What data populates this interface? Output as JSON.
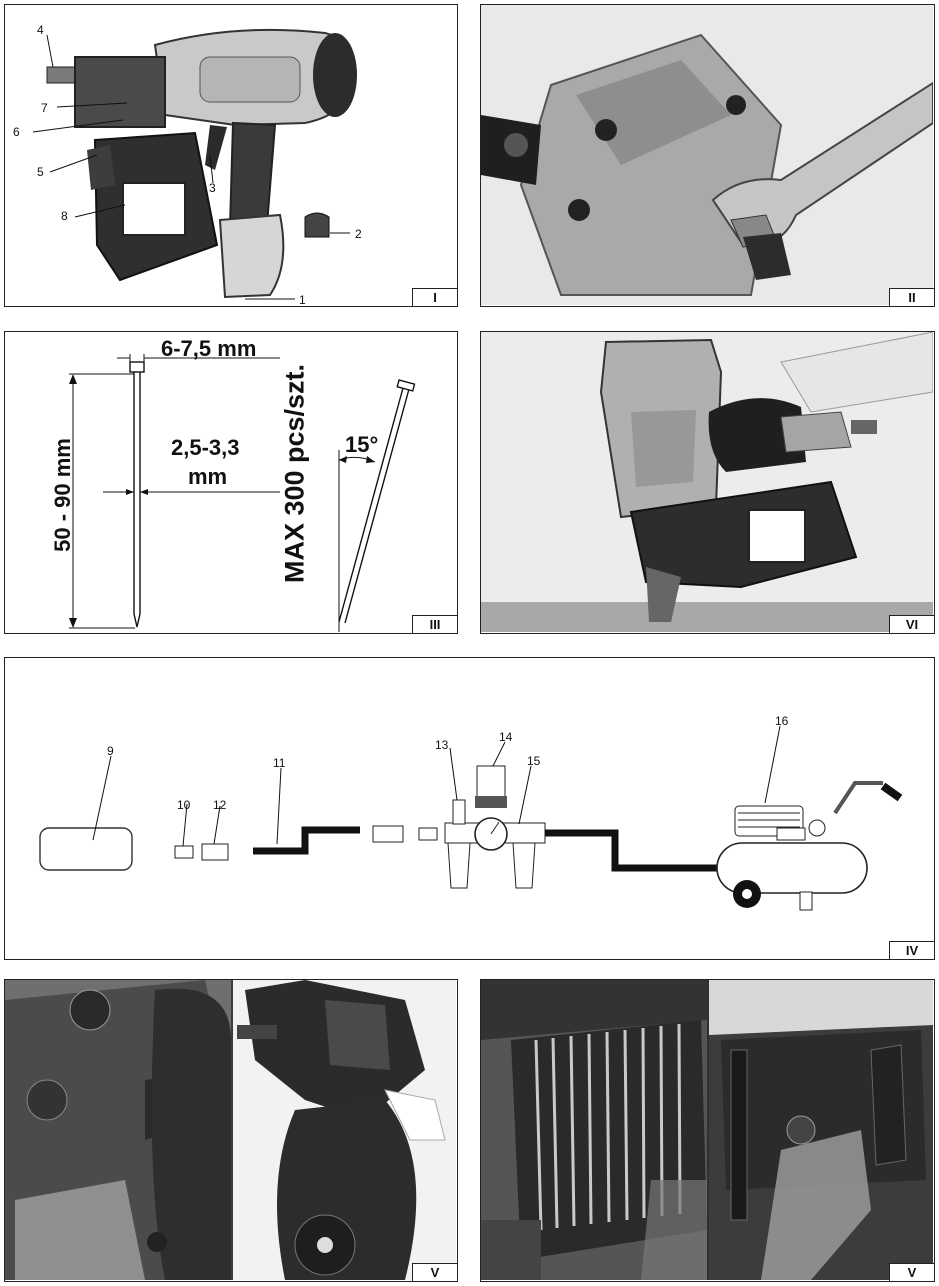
{
  "panels": {
    "p1": {
      "tag": "I",
      "callouts": [
        "1",
        "2",
        "3",
        "4",
        "5",
        "6",
        "7",
        "8"
      ]
    },
    "p2": {
      "tag": "II"
    },
    "p3": {
      "tag": "III",
      "head_dim": "6-7,5 mm",
      "length_dim": "50 - 90 mm",
      "shank_dim_1": "2,5-3,3",
      "shank_dim_2": "mm",
      "capacity": "MAX 300 pcs/szt.",
      "angle": "15°"
    },
    "p4": {
      "tag": "VI"
    },
    "p5": {
      "tag": "IV",
      "callouts": [
        "9",
        "10",
        "12",
        "11",
        "13",
        "14",
        "15",
        "16"
      ]
    },
    "p6": {
      "tag": "V"
    },
    "p7": {
      "tag": "V"
    }
  },
  "colors": {
    "border": "#222222",
    "photo_bg": "#d9d9d9",
    "tool_dark": "#2b2b2b",
    "tool_light": "#c8c8c8"
  }
}
